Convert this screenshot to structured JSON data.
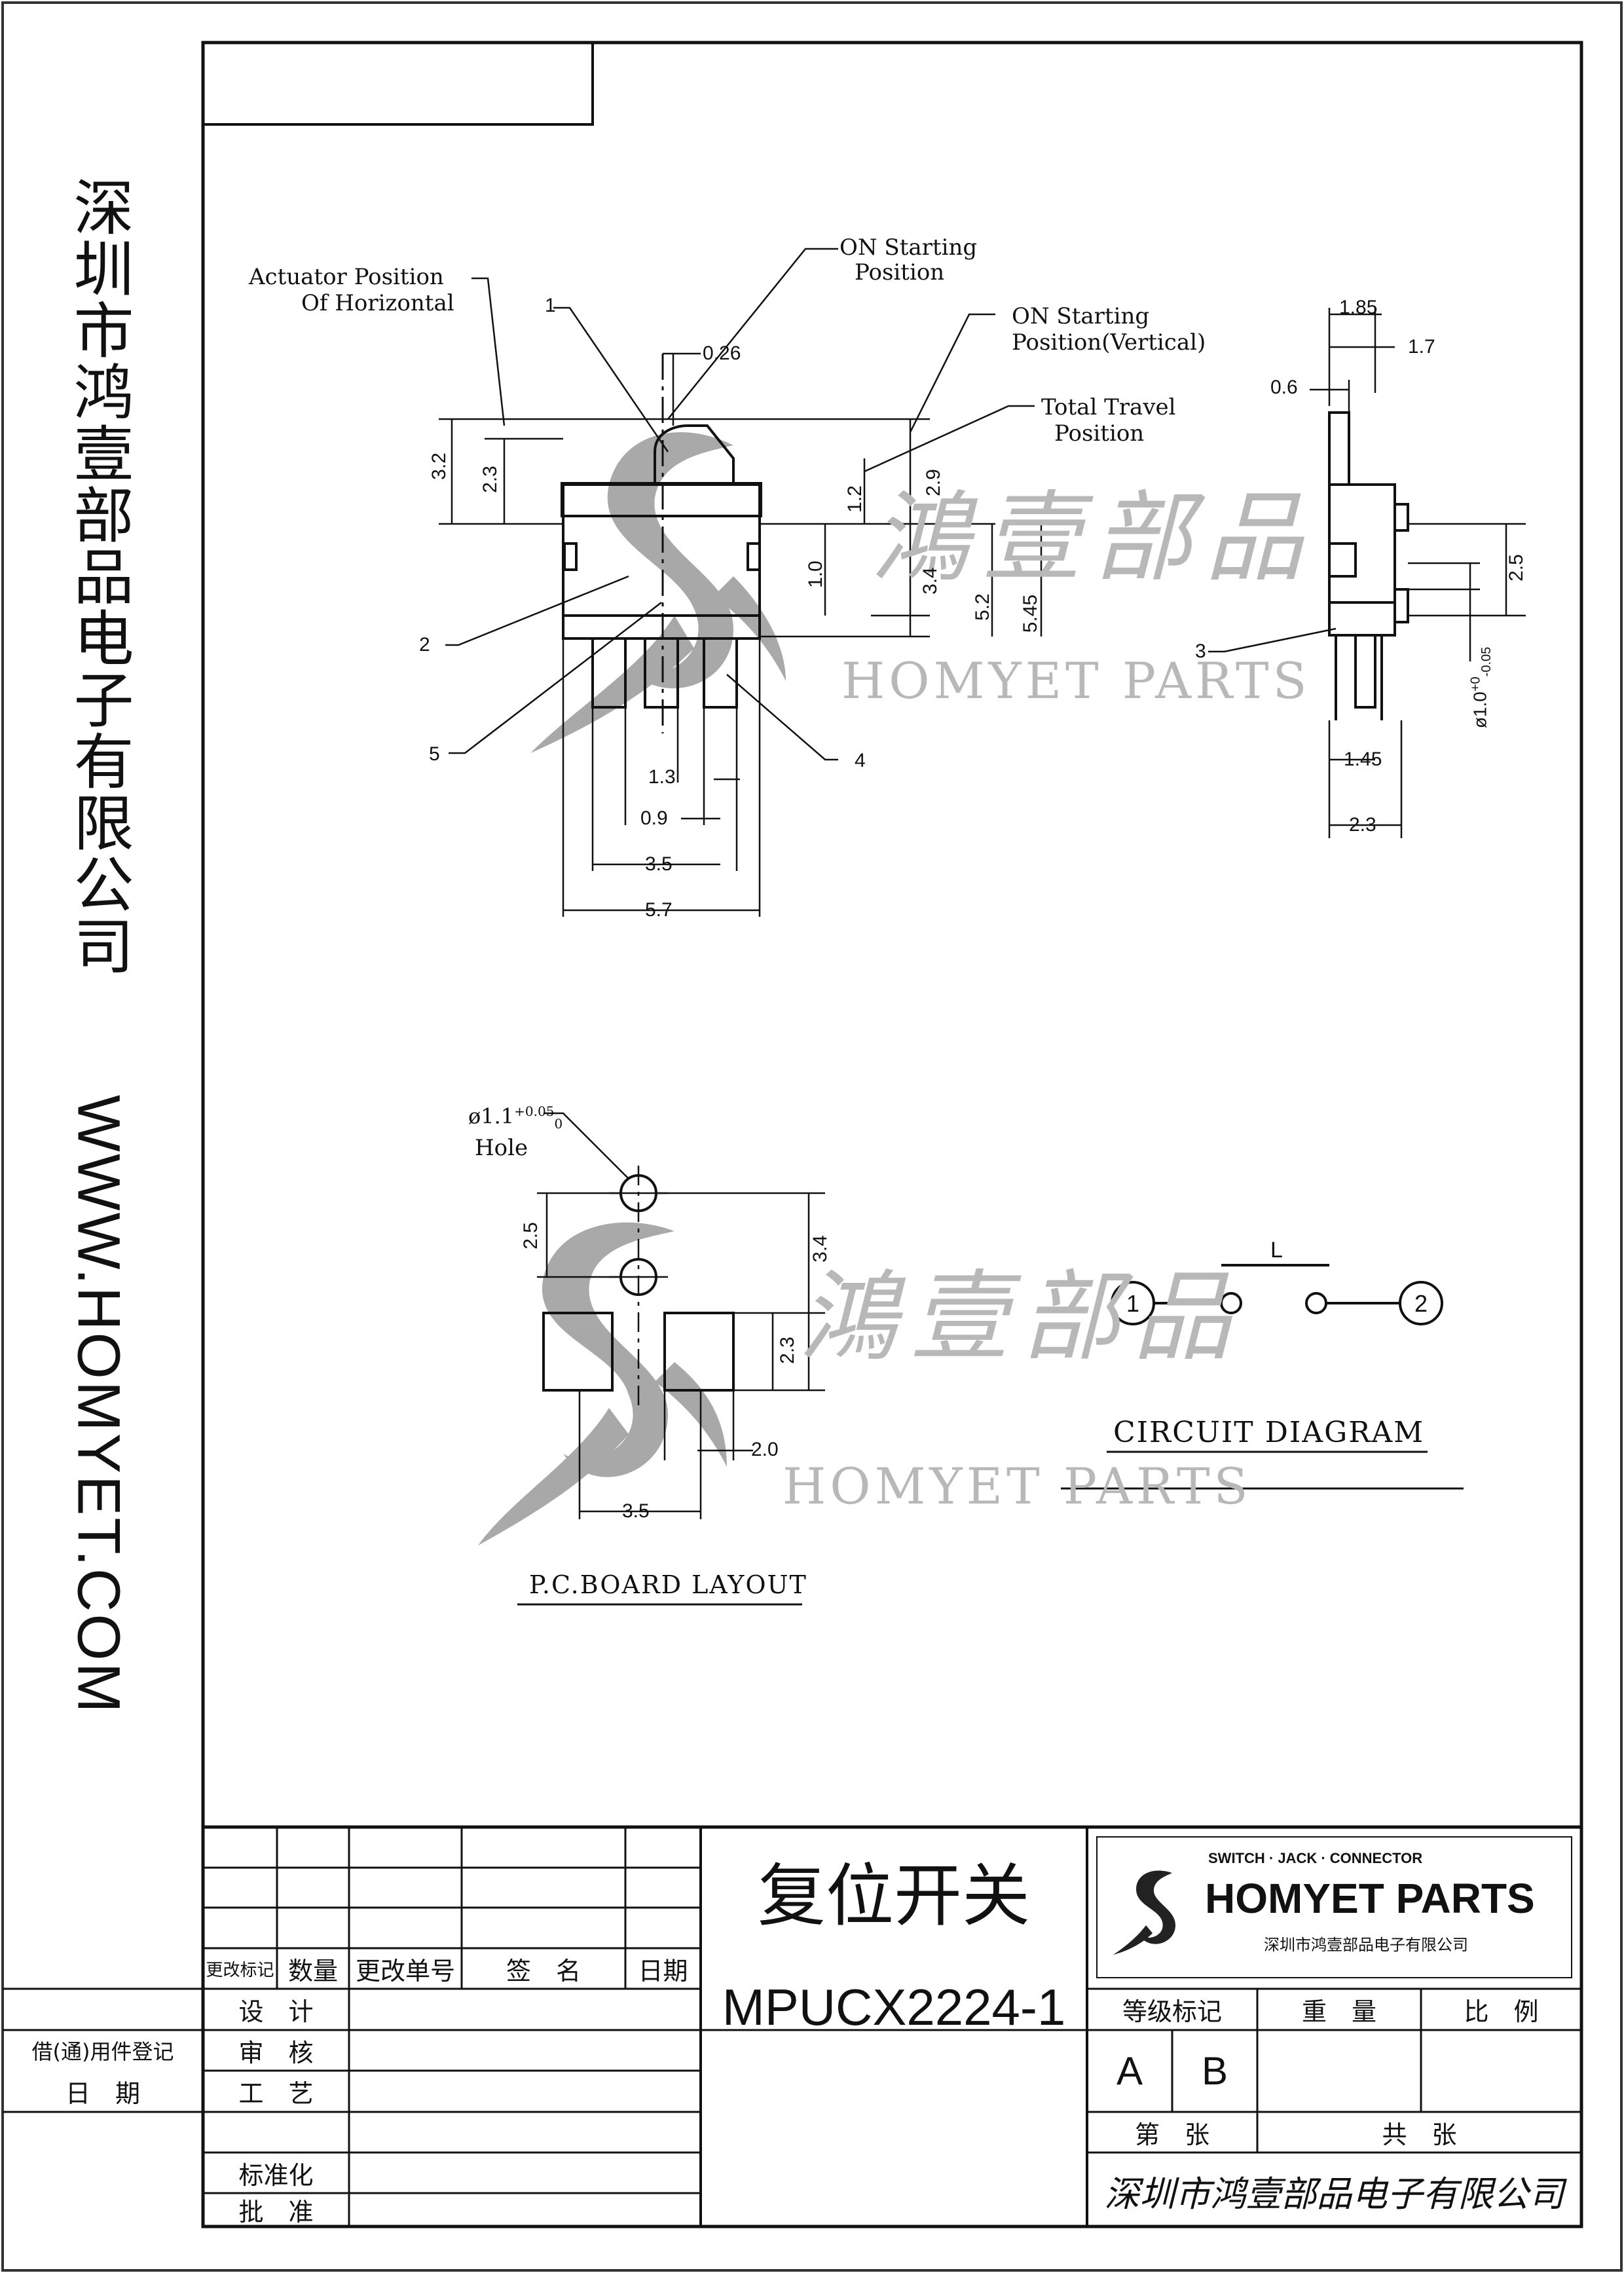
{
  "side": {
    "company": "深圳市鸿壹部品电子有限公司",
    "website": "WWW.HOMYET.COM"
  },
  "labels": {
    "actuator_line1": "Actuator Position",
    "actuator_line2": "Of Horizontal",
    "on_start_line1": "ON Starting",
    "on_start_line2": "Position",
    "on_start_v_line1": "ON Starting",
    "on_start_v_line2": "Position(Vertical)",
    "total_travel_line1": "Total Travel",
    "total_travel_line2": "Position",
    "hole_dia": "ø1.1",
    "hole_tol_plus": "+0.05",
    "hole_tol_minus": "0",
    "hole": "Hole",
    "pin_dia": "ø1.0",
    "pin_tol_plus": "+0",
    "pin_tol_minus": "-0.05",
    "circuit_diagram": "CIRCUIT DIAGRAM",
    "pcb_layout": "P.C.BOARD LAYOUT",
    "circuit_node1": "1",
    "circuit_node2": "2",
    "circuit_common": "L"
  },
  "callouts": [
    "1",
    "2",
    "3",
    "4",
    "5"
  ],
  "dims": {
    "d026": "0.26",
    "d32": "3.2",
    "d23a": "2.3",
    "d12": "1.2",
    "d29": "2.9",
    "d10": "1.0",
    "d34a": "3.4",
    "d52": "5.2",
    "d545": "5.45",
    "d13": "1.3",
    "d09": "0.9",
    "d35a": "3.5",
    "d57": "5.7",
    "d185": "1.85",
    "d17": "1.7",
    "d06": "0.6",
    "d25a": "2.5",
    "d145": "1.45",
    "d23b": "2.3",
    "d25b": "2.5",
    "d34b": "3.4",
    "d23c": "2.3",
    "d20": "2.0",
    "d35b": "3.5"
  },
  "watermark": {
    "cn": "鴻壹部品",
    "en": "HOMYET PARTS"
  },
  "title_block": {
    "rev_mark": "更改标记",
    "quantity": "数量",
    "change_no": "更改单号",
    "signature": "签　名",
    "date": "日期",
    "design": "设　计",
    "review": "审　核",
    "process": "工　艺",
    "standard": "标准化",
    "approve": "批　准",
    "borrow": "借(通)用件登记",
    "date2": "日　期",
    "product_name": "复位开关",
    "part_number": "MPUCX2224-1",
    "grade_mark": "等级标记",
    "weight": "重　量",
    "scale": "比　例",
    "grade_a": "A",
    "grade_b": "B",
    "sheet_no": "第　张",
    "sheet_total": "共　张",
    "logo_tagline": "SWITCH · JACK · CONNECTOR",
    "logo_name": "HOMYET PARTS",
    "logo_company": "深圳市鸿壹部品电子有限公司",
    "signature_company": "深圳市鸿壹部品电子有限公司"
  }
}
